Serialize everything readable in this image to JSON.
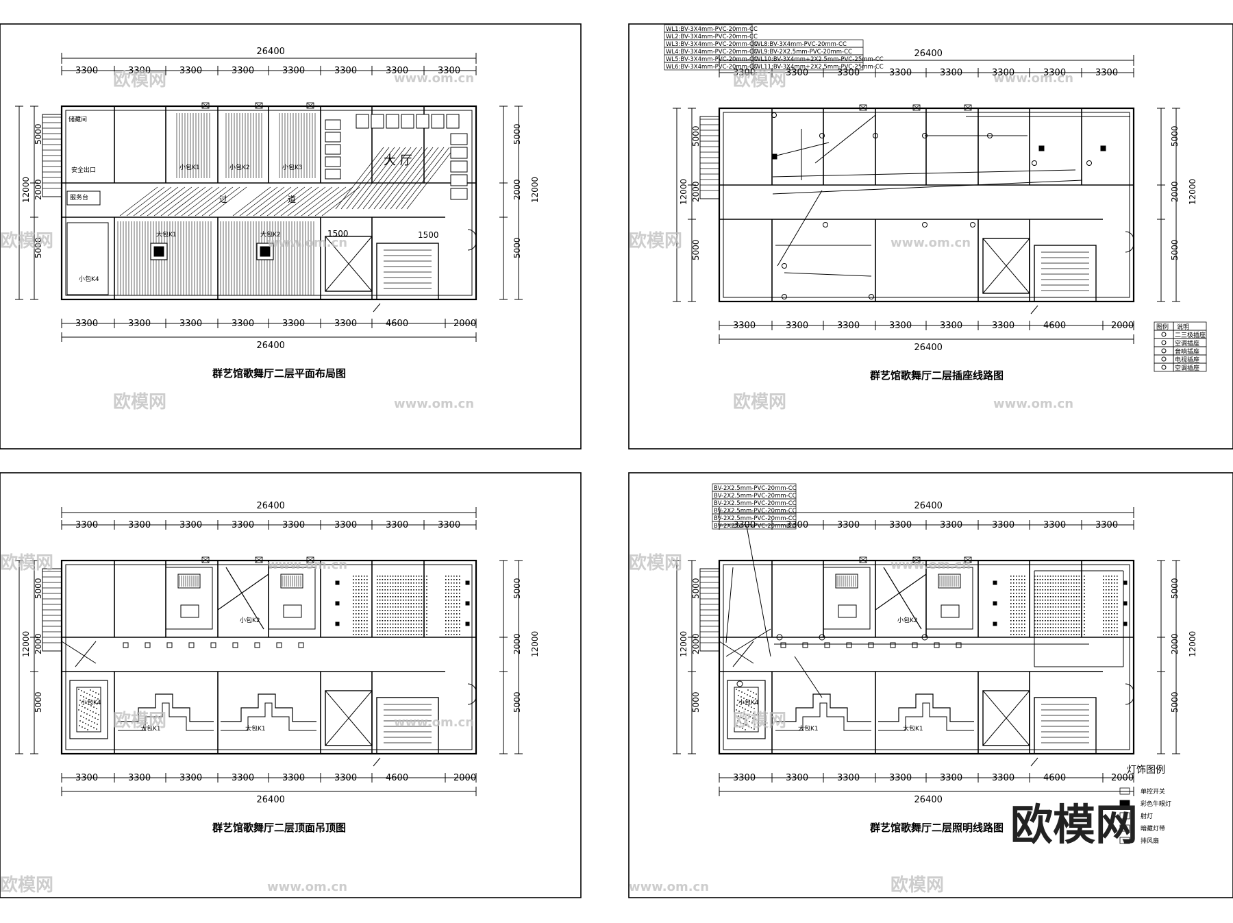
{
  "sheets": [
    {
      "id": "plan-layout",
      "title": "群艺馆歌舞厅二层平面布局图",
      "top_dims": [
        "3300",
        "3300",
        "3300",
        "3300",
        "3300",
        "3300",
        "3300",
        "3300"
      ],
      "bottom_dims": [
        "3300",
        "3300",
        "3300",
        "3300",
        "3300",
        "3300",
        "4600",
        "2000"
      ],
      "total_top": "26400",
      "total_bottom": "26400",
      "left_dims": [
        "5000",
        "2000",
        "5000"
      ],
      "left_total": "12000",
      "right_dims": [
        "5000",
        "2000",
        "5000"
      ],
      "right_total": "12000",
      "rooms": [
        "大 厅",
        "过",
        "道",
        "小包K1",
        "小包K2",
        "小包K3",
        "大包K1",
        "大包K2",
        "服务台",
        "小包K4",
        "储藏间",
        "安全出口",
        "1500",
        "1500"
      ]
    },
    {
      "id": "socket-wiring",
      "title": "群艺馆歌舞厅二层插座线路图",
      "top_dims": [
        "3300",
        "3300",
        "3300",
        "3300",
        "3300",
        "3300",
        "3300",
        "3300"
      ],
      "bottom_dims": [
        "3300",
        "3300",
        "3300",
        "3300",
        "3300",
        "3300",
        "4600",
        "2000"
      ],
      "total_top": "26400",
      "total_bottom": "26400",
      "left_dims": [
        "5000",
        "2000",
        "5000"
      ],
      "left_total": "12000",
      "right_dims": [
        "5000",
        "2000",
        "5000"
      ],
      "right_total": "12000",
      "circuits_left": [
        "WL1:BV-3X4mm-PVC-20mm-CC",
        "WL2:BV-3X4mm-PVC-20mm-CC",
        "WL3:BV-3X4mm-PVC-20mm-CC",
        "WL4:BV-3X4mm-PVC-20mm-CC",
        "WL5:BV-3X4mm-PVC-20mm-CC",
        "WL6:BV-3X4mm-PVC-20mm-CC"
      ],
      "circuits_right": [
        "WL8:BV-3X4mm-PVC-20mm-CC",
        "WL9:BV-2X2.5mm-PVC-20mm-CC",
        "WL10:BV-3X4mm+2X2.5mm-PVC-25mm-CC",
        "WL11:BV-3X4mm+2X2.5mm-PVC-25mm-CC"
      ],
      "legend_header": [
        "图例",
        "说明"
      ],
      "legend_items": [
        "二三极插座",
        "空调插座",
        "音响插座",
        "电视插座",
        "空调插座"
      ]
    },
    {
      "id": "ceiling-plan",
      "title": "群艺馆歌舞厅二层顶面吊顶图",
      "top_dims": [
        "3300",
        "3300",
        "3300",
        "3300",
        "3300",
        "3300",
        "3300",
        "3300"
      ],
      "bottom_dims": [
        "3300",
        "3300",
        "3300",
        "3300",
        "3300",
        "3300",
        "4600",
        "2000"
      ],
      "total_top": "26400",
      "total_bottom": "26400",
      "left_dims": [
        "5000",
        "2000",
        "5000"
      ],
      "left_total": "12000",
      "right_dims": [
        "5000",
        "2000",
        "5000"
      ],
      "right_total": "12000",
      "rooms": [
        "小包K2",
        "大包K1",
        "大包K1",
        "小包K4"
      ]
    },
    {
      "id": "lighting-wiring",
      "title": "群艺馆歌舞厅二层照明线路图",
      "top_dims": [
        "3300",
        "3300",
        "3300",
        "3300",
        "3300",
        "3300",
        "3300",
        "3300"
      ],
      "bottom_dims": [
        "3300",
        "3300",
        "3300",
        "3300",
        "3300",
        "3300",
        "4600",
        "2000"
      ],
      "total_top": "26400",
      "total_bottom": "26400",
      "left_dims": [
        "5000",
        "2000",
        "5000"
      ],
      "left_total": "12000",
      "right_dims": [
        "5000",
        "2000",
        "5000"
      ],
      "right_total": "12000",
      "circuits": [
        "BV-2X2.5mm-PVC-20mm-CC",
        "BV-2X2.5mm-PVC-20mm-CC",
        "BV-2X2.5mm-PVC-20mm-CC",
        "BV-2X2.5mm-PVC-20mm-CC",
        "BV-2X2.5mm-PVC-20mm-CC",
        "BV-2X2.5mm-PVC-20mm-CC"
      ],
      "legend_title": "灯饰图例",
      "legend_items": [
        "单控开关",
        "彩色牛眼灯",
        "射灯",
        "暗藏灯带",
        "排风扇"
      ]
    }
  ],
  "watermarks": {
    "brand_cn": "欧模网",
    "brand_url": "www.om.cn",
    "corner_logo": "欧模网"
  },
  "colors": {
    "line": "#000000",
    "watermark": "#bdbdbd",
    "background": "#ffffff"
  }
}
